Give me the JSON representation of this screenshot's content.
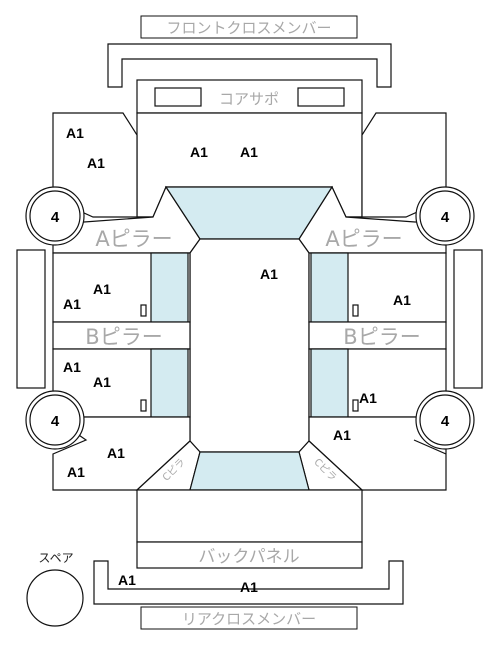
{
  "parts": {
    "front_cross_member": "フロントクロスメンバー",
    "core_support": "コアサポ",
    "a_pillar_left": "Aピラー",
    "a_pillar_right": "Aピラー",
    "b_pillar_left": "Bピラー",
    "b_pillar_right": "Bピラー",
    "back_panel": "バックパネル",
    "rear_cross_member": "リアクロスメンバー",
    "spare": "スペア",
    "c_pillar_left": "Cピラ",
    "c_pillar_right": "Cピラ"
  },
  "grades": {
    "hood_left": "A1",
    "hood_right": "A1",
    "front_fender_left_top": "A1",
    "front_fender_left_bottom": "A1",
    "roof": "A1",
    "front_door_left_a": "A1",
    "front_door_left_b": "A1",
    "front_door_right": "A1",
    "rear_door_left_a": "A1",
    "rear_door_left_b": "A1",
    "rear_door_right_a": "A1",
    "rear_door_right_b": "A1",
    "rear_fender_left_a": "A1",
    "rear_fender_left_b": "A1",
    "bumper_left": "A1",
    "bumper_center": "A1"
  },
  "tires": {
    "front_left": "4",
    "front_right": "4",
    "rear_left": "4",
    "rear_right": "4"
  },
  "colors": {
    "outline": "#111111",
    "glass": "#d4ebf1",
    "label_gray": "#a8a8a8"
  }
}
